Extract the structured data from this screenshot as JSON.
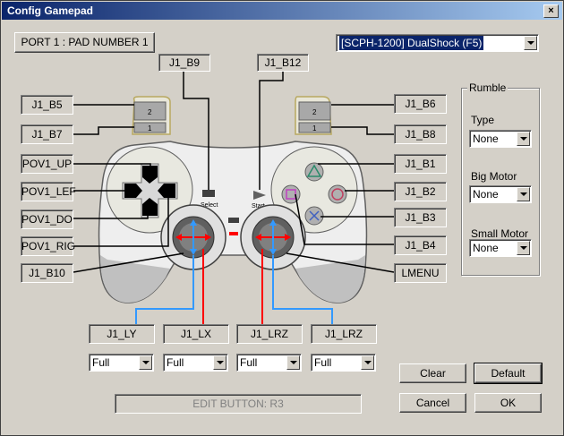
{
  "window": {
    "title": "Config Gamepad"
  },
  "port_label": "PORT 1 : PAD NUMBER 1",
  "device_select": {
    "value": "[SCPH-1200] DualShock (F5)"
  },
  "buttons": {
    "select_top": "J1_B9",
    "start_top": "J1_B12",
    "l1": "J1_B5",
    "l2": "J1_B7",
    "r1": "J1_B6",
    "r2": "J1_B8",
    "dpad_up": "POV1_UP",
    "dpad_left": "POV1_LEF",
    "dpad_down": "POV1_DO",
    "dpad_right": "POV1_RIG",
    "l3": "J1_B10",
    "triangle": "J1_B1",
    "circle": "J1_B2",
    "cross": "J1_B3",
    "square": "J1_B4",
    "r3": "LMENU"
  },
  "controller": {
    "select_label": "Select",
    "start_label": "Start",
    "l_labels": [
      "2",
      "1"
    ],
    "r_labels": [
      "2",
      "1"
    ]
  },
  "axes": [
    {
      "label": "J1_LY",
      "mode": "Full"
    },
    {
      "label": "J1_LX",
      "mode": "Full"
    },
    {
      "label": "J1_LRZ",
      "mode": "Full"
    },
    {
      "label": "J1_LRZ",
      "mode": "Full"
    }
  ],
  "edit_status": "EDIT BUTTON: R3",
  "rumble": {
    "title": "Rumble",
    "type_label": "Type",
    "type_value": "None",
    "big_label": "Big Motor",
    "big_value": "None",
    "small_label": "Small Motor",
    "small_value": "None"
  },
  "actions": {
    "clear": "Clear",
    "default": "Default",
    "cancel": "Cancel",
    "ok": "OK"
  },
  "colors": {
    "titlebar": "#0a246a",
    "axis_red": "#ff0000",
    "axis_blue": "#3399ff"
  }
}
